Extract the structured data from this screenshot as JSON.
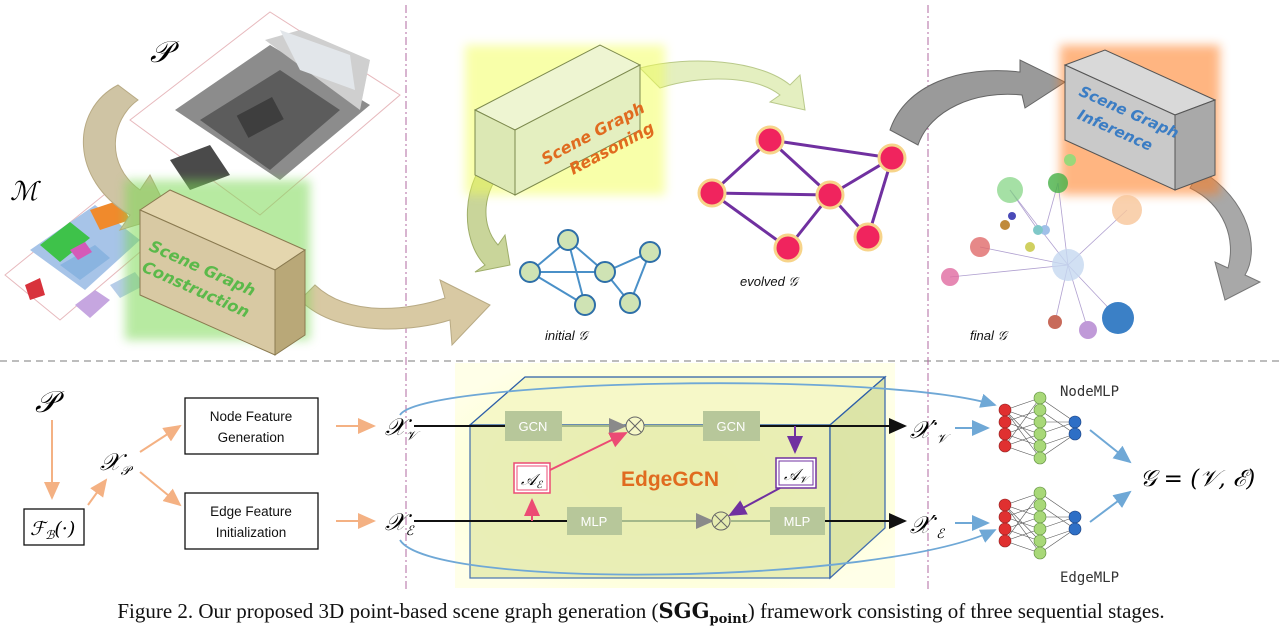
{
  "top": {
    "label_P": "𝒫",
    "label_M": "ℳ",
    "cube_construction": [
      "Scene Graph",
      "Construction"
    ],
    "cube_reasoning": [
      "Scene Graph",
      "Reasoning"
    ],
    "cube_inference": [
      "Scene Graph",
      "Inference"
    ],
    "initial_label": "initial 𝒢",
    "evolved_label": "evolved 𝒢",
    "final_label": "final 𝒢"
  },
  "bottom": {
    "label_P": "𝒫",
    "xp": "𝒳",
    "xp_sub": "𝒫",
    "fb": "ℱ",
    "fb_sub": "ℬ",
    "fb_arg": "(·)",
    "node_feature": [
      "Node Feature",
      "Generation"
    ],
    "edge_feature": [
      "Edge Feature",
      "Initialization"
    ],
    "xv": "𝒳",
    "xv_sub": "𝒱",
    "xe": "𝒳",
    "xe_sub": "ℰ",
    "xv_out": "𝒳′",
    "xe_out": "𝒳′",
    "gcn1": "GCN",
    "gcn2": "GCN",
    "mlp1": "MLP",
    "mlp2": "MLP",
    "ae": "𝒜",
    "ae_sub": "ℰ",
    "av": "𝒜",
    "av_sub": "𝒱",
    "edgegcn": "EdgeGCN",
    "nodemlp": "NodeMLP",
    "edgemlp": "EdgeMLP",
    "graph_eq": "𝒢  =  (𝒱, ℰ)"
  },
  "caption": {
    "text_before": "Figure 2. Our proposed 3D point-based scene graph generation (",
    "bold": "SGG",
    "bold_sub": "point",
    "text_after": ") framework consisting of three sequential stages."
  },
  "colors": {
    "orange_arrow": "#f4b183",
    "pink": "#ec4b74",
    "purple": "#7030a0",
    "blue": "#6fa8d6",
    "edgegcn_text": "#e06b1f",
    "cube_tan": "#d8c9a3",
    "cube_green": "#e4efc0",
    "cube_gray": "#c9c9c9"
  }
}
